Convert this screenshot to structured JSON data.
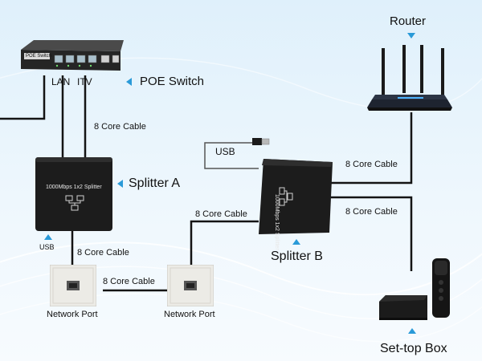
{
  "devices": {
    "poe_switch": {
      "label": "POE Switch",
      "badge": "POE Switch",
      "port_lan": "LAN",
      "port_itv": "ITV"
    },
    "router": {
      "label": "Router"
    },
    "splitter_a": {
      "label": "Splitter A",
      "print": "1000Mbps 1x2 Splitter",
      "usb_label": "USB"
    },
    "splitter_b": {
      "label": "Splitter B",
      "print": "1000Mbps 1x2 Splitter",
      "usb_label": "USB"
    },
    "network_port_1": {
      "label": "Network Port"
    },
    "network_port_2": {
      "label": "Network Port"
    },
    "set_top_box": {
      "label": "Set-top Box"
    }
  },
  "cables": {
    "switch_to_splitter_a": "8 Core Cable",
    "splitter_a_to_port_1": "8 Core Cable",
    "port_1_to_port_2": "8 Core Cable",
    "port_2_to_splitter_b": "8 Core Cable",
    "router_to_splitter_b": "8 Core Cable",
    "splitter_b_to_set_top_box": "8 Core Cable"
  },
  "colors": {
    "accent": "#2a9ad8",
    "cable": "#141414",
    "device_body": "#1c1c1c",
    "wall_plate": "#ecebe6"
  }
}
